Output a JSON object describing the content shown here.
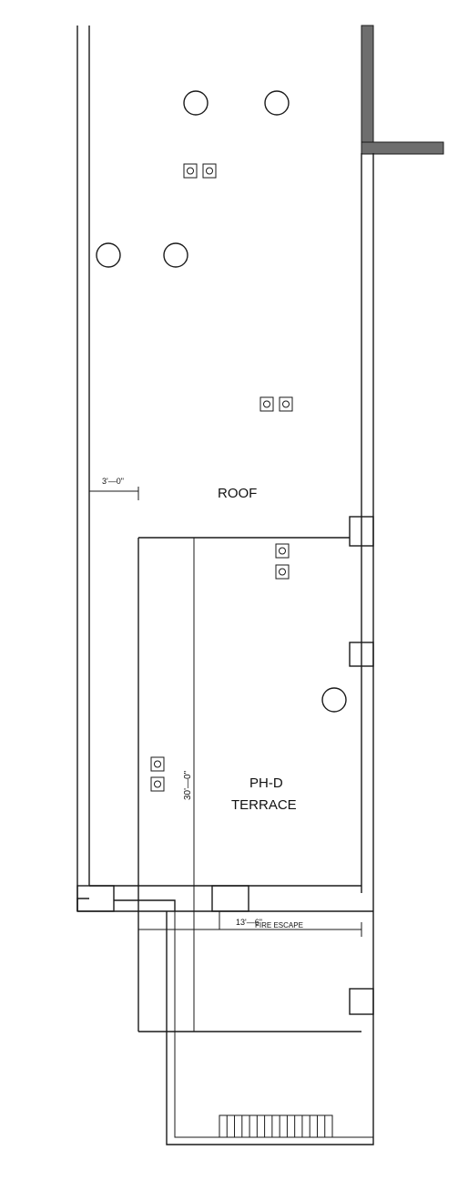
{
  "labels": {
    "roof": "ROOF",
    "terrace_line1": "PH-D",
    "terrace_line2": "TERRACE",
    "fire_escape": "FIRE ESCAPE"
  },
  "dimensions": {
    "setback": "3'—0\"",
    "terrace_depth": "30'—0\"",
    "terrace_width": "13'—6\""
  },
  "colors": {
    "line": "#1a1a1a",
    "wall_fill": "#6e6e6e"
  }
}
